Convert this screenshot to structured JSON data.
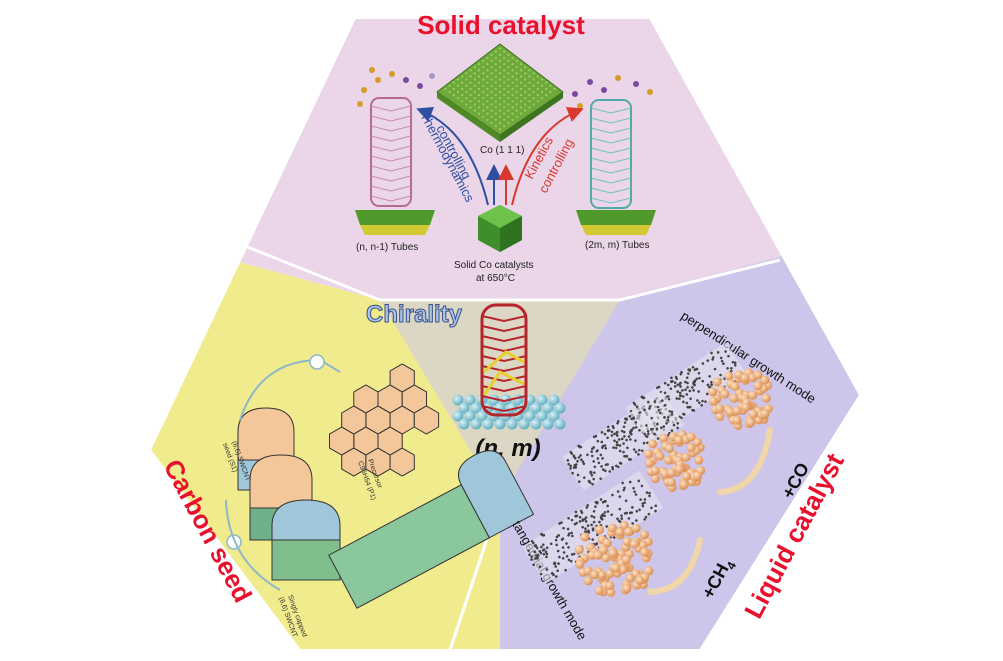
{
  "diagram": {
    "center": {
      "title": "Chirality",
      "notation": "(n, m)"
    },
    "solid_catalyst": {
      "title": "Solid catalyst",
      "thermo_label_1": "Thermodynamics",
      "thermo_label_2": "controlling",
      "kinetics_label_1": "Kinetics",
      "kinetics_label_2": "controlling",
      "surface_label": "Co (1 1 1)",
      "left_tube_label": "(n, n-1) Tubes",
      "right_tube_label": "(2m, m) Tubes",
      "catalyst_label_1": "Solid Co catalysts",
      "catalyst_label_2": "at 650°C"
    },
    "carbon_seed": {
      "title": "Carbon seed",
      "seed_label_1": "(6,6) SWCNT",
      "seed_label_2": "seed (S1)",
      "precursor_label_1": "Precursor",
      "precursor_label_2": "C96H54 (P1)",
      "product_label_1": "Singly capped",
      "product_label_2": "(6,6) SWCNT"
    },
    "liquid_catalyst": {
      "title": "Liquid catalyst",
      "perpendicular_label": "perpendicular growth mode",
      "tangential_label": "tangential growth mode",
      "co_label": "+CO",
      "ch4_label": "+CH",
      "ch4_subscript": "4"
    },
    "colors": {
      "solid_bg": "#ead6e8",
      "seed_bg": "#f0eb8c",
      "liquid_bg": "#cdc5ea",
      "center_bg": "#dcd7c4",
      "title_red": "#e8112d",
      "thermo_blue": "#2f4fa0",
      "kinetics_red": "#d9382c",
      "chirality_blue": "#a8c8ea"
    }
  }
}
